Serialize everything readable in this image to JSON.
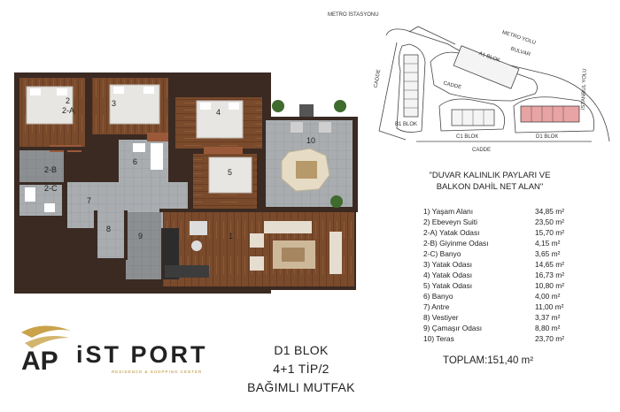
{
  "site_plan": {
    "metro_station": "METRO İSTASYONU",
    "metro_road": "METRO YOLU",
    "boulevard": "BULVAR",
    "street_left": "CADDE",
    "street_mid": "CADDE",
    "street_bottom": "CADDE",
    "istanbul_road": "İSTANBUL YOLU",
    "blocks": {
      "a1": "A1 BLOK",
      "b1": "B1 BLOK",
      "c1": "C1 BLOK",
      "d1": "D1 BLOK"
    },
    "highlight_color": "#e8a3a3"
  },
  "floor_plan": {
    "room_numbers": [
      "1",
      "2",
      "2-A",
      "2-B",
      "2-C",
      "3",
      "4",
      "5",
      "6",
      "7",
      "8",
      "9",
      "10"
    ]
  },
  "areas": {
    "title_line1": "\"DUVAR KALINLIK PAYLARI VE",
    "title_line2": "BALKON DAHİL NET ALAN\"",
    "rows": [
      {
        "label": "1) Yaşam Alanı",
        "value": "34,85 m²"
      },
      {
        "label": "2) Ebeveyn Suiti",
        "value": "23,50 m²"
      },
      {
        "label": "2-A) Yatak Odası",
        "value": "15,70 m²"
      },
      {
        "label": "2-B) Giyinme Odası",
        "value": "4,15 m²"
      },
      {
        "label": "2-C) Banyo",
        "value": "3,65 m²"
      },
      {
        "label": "3) Yatak Odası",
        "value": "14,65 m²"
      },
      {
        "label": "4) Yatak Odası",
        "value": "16,73 m²"
      },
      {
        "label": "5) Yatak Odası",
        "value": "10,80 m²"
      },
      {
        "label": "6) Banyo",
        "value": "4,00 m²"
      },
      {
        "label": "7) Antre",
        "value": "11,00 m²"
      },
      {
        "label": "8) Vestiyer",
        "value": "3,37 m²"
      },
      {
        "label": "9) Çamaşır Odası",
        "value": "8,80 m²"
      },
      {
        "label": "10) Teras",
        "value": "23,70 m²"
      }
    ],
    "total": "TOPLAM:151,40 m²"
  },
  "block_info": {
    "line1": "D1 BLOK",
    "line2": "4+1 TİP/2",
    "line3": "BAĞIMLI MUTFAK"
  },
  "logo": {
    "name": "iST PORT",
    "tagline": "RESIDENCE & SHOPPING CENTER",
    "gold": "#c9a24a"
  }
}
